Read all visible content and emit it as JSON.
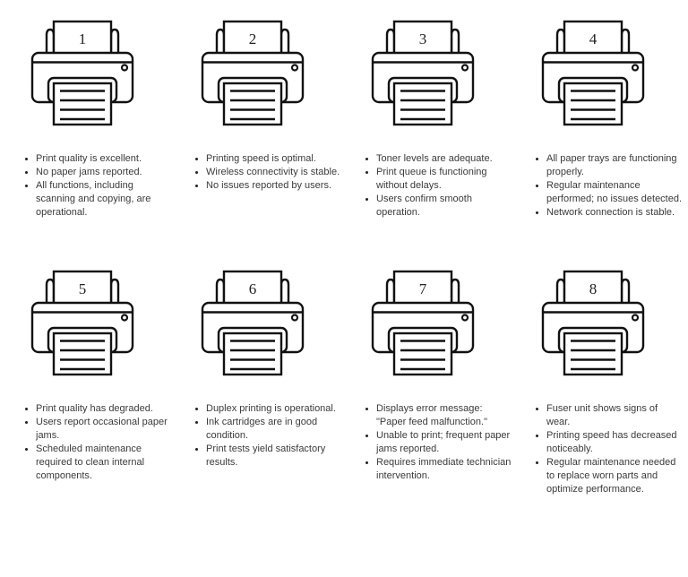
{
  "page": {
    "background_color": "#ffffff",
    "line_color": "#111111",
    "text_color": "#3a3a3a"
  },
  "printers": [
    {
      "number": "1",
      "icon": "printer-icon",
      "notes": [
        "Print quality is excellent.",
        "No paper jams reported.",
        "All functions, including scanning and copying, are operational."
      ]
    },
    {
      "number": "2",
      "icon": "printer-icon",
      "notes": [
        "Printing speed is optimal.",
        "Wireless connectivity is stable.",
        "No issues reported by users."
      ]
    },
    {
      "number": "3",
      "icon": "printer-icon",
      "notes": [
        "Toner levels are adequate.",
        "Print queue is functioning without delays.",
        "Users confirm smooth operation."
      ]
    },
    {
      "number": "4",
      "icon": "printer-icon",
      "notes": [
        "All paper trays are functioning properly.",
        "Regular maintenance performed; no issues detected.",
        "Network connection is stable."
      ]
    },
    {
      "number": "5",
      "icon": "printer-icon",
      "notes": [
        "Print quality has degraded.",
        "Users report occasional paper jams.",
        "Scheduled maintenance required to clean internal components."
      ]
    },
    {
      "number": "6",
      "icon": "printer-icon",
      "notes": [
        "Duplex printing is operational.",
        "Ink cartridges are in good condition.",
        "Print tests yield satisfactory results."
      ]
    },
    {
      "number": "7",
      "icon": "printer-icon",
      "notes": [
        "Displays error message: \"Paper feed malfunction.\"",
        "Unable to print; frequent paper jams reported.",
        "Requires immediate technician intervention."
      ]
    },
    {
      "number": "8",
      "icon": "printer-icon",
      "notes": [
        "Fuser unit shows signs of wear.",
        "Printing speed has decreased noticeably.",
        "Regular maintenance needed to replace worn parts and optimize performance."
      ]
    }
  ]
}
